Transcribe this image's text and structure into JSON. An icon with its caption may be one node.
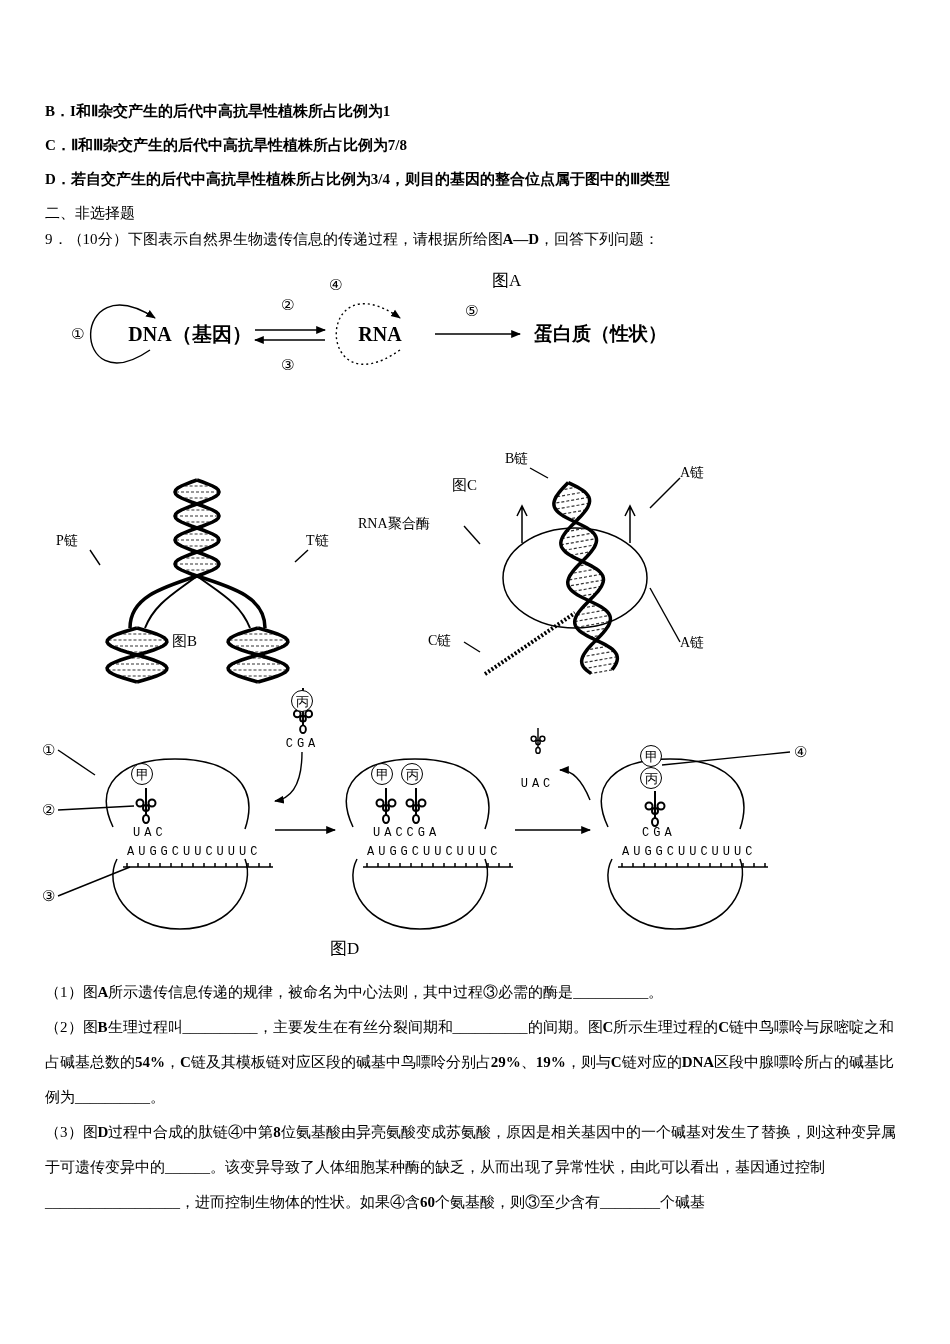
{
  "diagram": {
    "nodes": [
      {
        "text": [
          "DNA（基因）"
        ]
      },
      {
        "text": [
          "RNA"
        ]
      },
      {
        "text": [
          "蛋白质（性状）"
        ]
      },
      {
        "text": [],
        "shape": "picture"
      },
      {
        "text": [
          "P链"
        ]
      },
      {
        "text": [
          "T链"
        ]
      },
      {
        "text": [],
        "shape": "picture"
      },
      {
        "text": [
          "B链"
        ]
      },
      {
        "text": [
          "A链"
        ]
      },
      {
        "text": [
          "RNA聚合酶"
        ]
      },
      {
        "text": [
          "C链"
        ]
      },
      {
        "text": [
          "A链"
        ]
      },
      {
        "text": [
          "CGA"
        ]
      },
      {
        "text": [
          "丙"
        ],
        "in": 12
      },
      {
        "text": [
          "①"
        ]
      },
      {
        "text": [
          "②"
        ]
      },
      {
        "text": [
          "③"
        ]
      },
      {
        "text": [
          "UAC",
          "AUGGCUUCUUUC"
        ]
      },
      {
        "text": [
          "甲"
        ],
        "in": 17
      },
      {
        "text": [],
        "shape": "picture",
        "in": 17
      },
      {
        "text": [
          "UACCGA",
          "AUGGCUUCUUUC"
        ]
      },
      {
        "text": [
          "甲"
        ],
        "in": 20
      },
      {
        "text": [
          "丙"
        ],
        "in": 20
      },
      {
        "text": [
          "UAC"
        ]
      },
      {
        "text": [
          "CGA",
          "AUGGCUUCUUUC"
        ]
      },
      {
        "text": [
          "甲"
        ]
      },
      {
        "text": [
          "丙"
        ],
        "in": 24
      },
      {
        "text": [
          "④"
        ]
      }
    ],
    "edges": [
      {
        "from": 0,
        "to": 0,
        "arrow": "to",
        "label": "①"
      },
      {
        "from": 0,
        "to": 1,
        "arrow": "to",
        "label": "②"
      },
      {
        "from": 1,
        "to": 0,
        "arrow": "to",
        "label": "③"
      },
      {
        "from": 1,
        "to": 1,
        "arrow": "to",
        "label": "④",
        "style": "dashed"
      },
      {
        "from": 1,
        "to": 2,
        "arrow": "to",
        "label": "⑤"
      },
      {
        "from": 4,
        "to": 3,
        "arrow": "none"
      },
      {
        "from": 5,
        "to": 3,
        "arrow": "none"
      },
      {
        "from": 7,
        "to": 6,
        "arrow": "none"
      },
      {
        "from": 8,
        "to": 6,
        "arrow": "none"
      },
      {
        "from": 9,
        "to": 6,
        "arrow": "none"
      },
      {
        "from": 10,
        "to": 6,
        "arrow": "none"
      },
      {
        "from": 11,
        "to": 6,
        "arrow": "none"
      },
      {
        "from": 12,
        "to": 17,
        "arrow": "to"
      },
      {
        "from": 14,
        "to": 17,
        "arrow": "none"
      },
      {
        "from": 15,
        "to": 19,
        "arrow": "none"
      },
      {
        "from": 16,
        "to": null,
        "arrow": "none"
      },
      {
        "from": 17,
        "to": 20,
        "arrow": "to"
      },
      {
        "from": 20,
        "to": 24,
        "arrow": "to"
      },
      {
        "from": 24,
        "to": 23,
        "arrow": "to"
      },
      {
        "from": 27,
        "to": 25,
        "arrow": "none"
      }
    ],
    "labels": [
      "B．I和Ⅱ杂交产生的后代中高抗旱性植株所占比例为1",
      "C．Ⅱ和Ⅲ杂交产生的后代中高抗旱性植株所占比例为7/8",
      "D．若自交产生的后代中高抗旱性植株所占比例为3/4，则目的基因的整合位点属于图中的Ⅲ类型",
      "二、非选择题",
      "9．（10分）下图表示自然界生物遗传信息的传递过程，请根据所给图**A—D**，回答下列问题：",
      "图A",
      "图C",
      "图B",
      "图D",
      "（1）图**A**所示遗传信息传递的规律，被命名为中心法则，其中过程③必需的酶是__________。",
      "（2）图**B**生理过程叫__________，主要发生在有丝分裂间期和__________的间期。图**C**所示生理过程的**C**链中鸟嘌呤与尿嘧啶之和占碱基总数的**54%**，**C**链及其模板链对应区段的碱基中鸟嘌呤分别占**29%**、**19%**，则与**C**链对应的**DNA**区段中腺嘌呤所占的碱基比例为__________。",
      "（3）图**D**过程中合成的肽链④中第**8**位氨基酸由异亮氨酸变成苏氨酸，原因是相关基因中的一个碱基对发生了替换，则这种变异属于可遗传变异中的______。该变异导致了人体细胞某种酶的缺乏，从而出现了异常性状，由此可以看出，基因通过控制__________________，进而控制生物体的性状。如果④含**60**个氨基酸，则③至少含有________个碱基"
    ]
  }
}
